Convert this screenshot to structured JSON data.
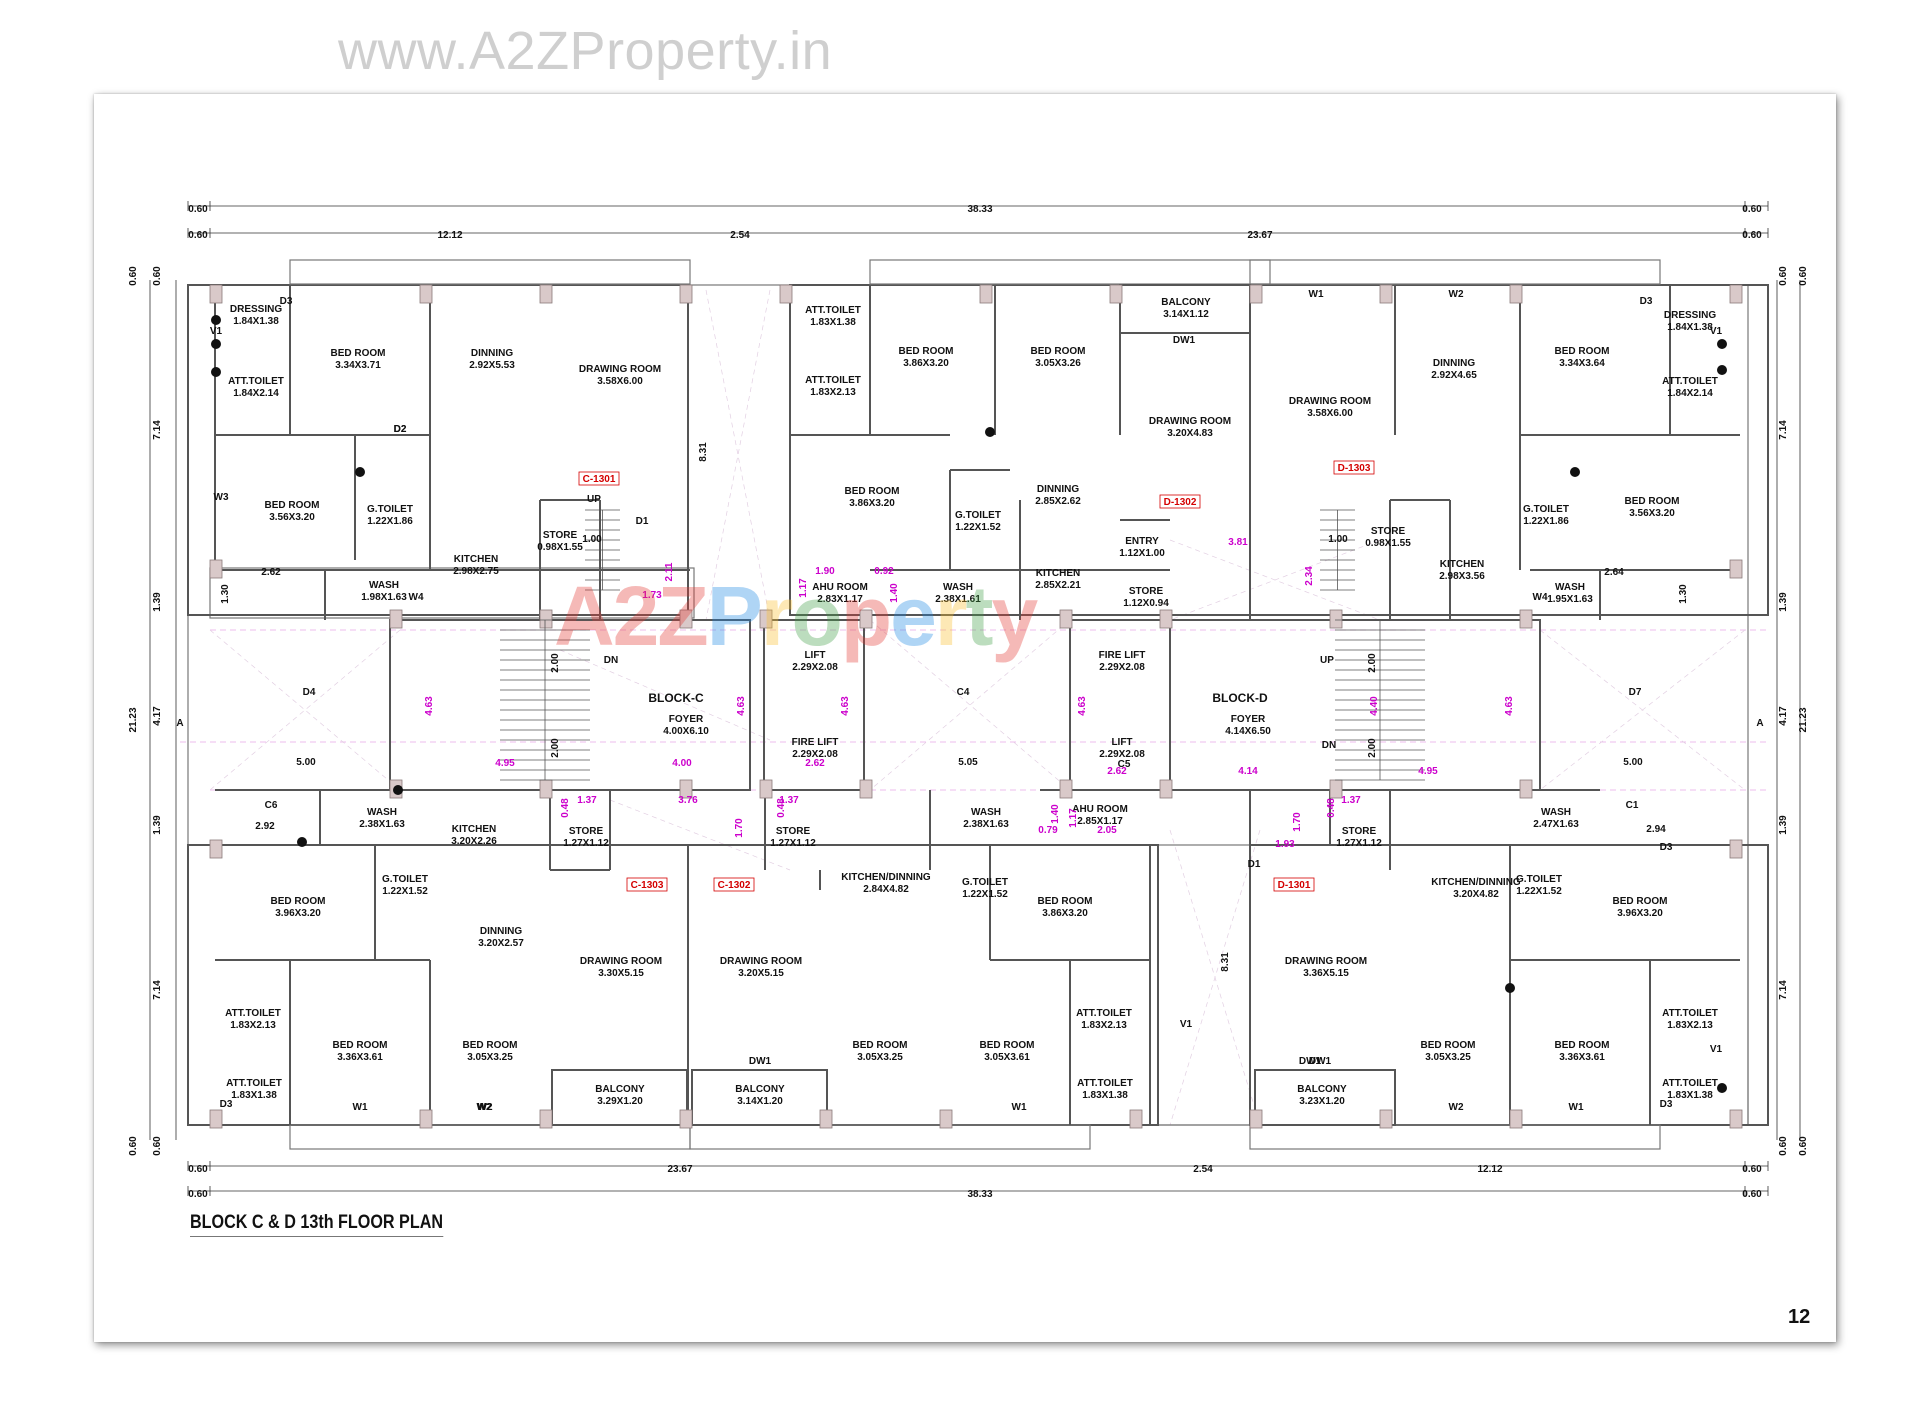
{
  "watermark": "www.A2ZProperty.in",
  "logo_watermark": {
    "letters": [
      "A",
      "2",
      "Z",
      "P",
      "r",
      "o",
      "p",
      "e",
      "r",
      "t",
      "y"
    ],
    "colors": [
      "#e53935",
      "#e53935",
      "#e53935",
      "#1e88e5",
      "#fbc02d",
      "#43a047",
      "#e53935",
      "#1e88e5",
      "#fbc02d",
      "#43a047",
      "#e53935"
    ]
  },
  "title": "BLOCK C  & D  13th FLOOR PLAN",
  "page_number": "12",
  "top_dims": {
    "row1": [
      "0.60",
      "38.33",
      "0.60"
    ],
    "row2": [
      "0.60",
      "12.12",
      "2.54",
      "23.67",
      "0.60"
    ]
  },
  "bottom_dims": {
    "row1": [
      "0.60",
      "23.67",
      "2.54",
      "12.12",
      "0.60"
    ],
    "row2": [
      "0.60",
      "38.33",
      "0.60"
    ]
  },
  "side_dims": {
    "outer": [
      "0.60",
      "21.23",
      "0.60"
    ],
    "inner": [
      "0.60",
      "7.14",
      "1.39",
      "4.17",
      "1.39",
      "7.14",
      "0.60"
    ]
  },
  "section_mark": "A",
  "units": [
    "C-1301",
    "D-1302",
    "D-1303",
    "C-1303",
    "C-1302",
    "D-1301"
  ],
  "rooms": [
    {
      "n": "DRESSING",
      "s": "1.84X1.38"
    },
    {
      "n": "BED ROOM",
      "s": "3.34X3.71"
    },
    {
      "n": "DINNING",
      "s": "2.92X5.53"
    },
    {
      "n": "DRAWING ROOM",
      "s": "3.58X6.00"
    },
    {
      "n": "ATT.TOILET",
      "s": "1.84X2.14"
    },
    {
      "n": "BED ROOM",
      "s": "3.56X3.20"
    },
    {
      "n": "G.TOILET",
      "s": "1.22X1.86"
    },
    {
      "n": "KITCHEN",
      "s": "2.98X2.75"
    },
    {
      "n": "STORE",
      "s": "0.98X1.55"
    },
    {
      "n": "WASH",
      "s": "1.98X1.63"
    },
    {
      "n": "ATT.TOILET",
      "s": "1.83X1.38"
    },
    {
      "n": "ATT.TOILET",
      "s": "1.83X2.13"
    },
    {
      "n": "BED ROOM",
      "s": "3.86X3.20"
    },
    {
      "n": "BED ROOM",
      "s": "3.05X3.26"
    },
    {
      "n": "BALCONY",
      "s": "3.14X1.12"
    },
    {
      "n": "DRAWING ROOM",
      "s": "3.20X4.83"
    },
    {
      "n": "BED ROOM",
      "s": "3.86X3.20"
    },
    {
      "n": "G.TOILET",
      "s": "1.22X1.52"
    },
    {
      "n": "DINNING",
      "s": "2.85X2.62"
    },
    {
      "n": "AHU ROOM",
      "s": "2.83X1.17"
    },
    {
      "n": "WASH",
      "s": "2.38X1.61"
    },
    {
      "n": "KITCHEN",
      "s": "2.85X2.21"
    },
    {
      "n": "ENTRY",
      "s": "1.12X1.00"
    },
    {
      "n": "STORE",
      "s": "1.12X0.94"
    },
    {
      "n": "DINNING",
      "s": "2.92X4.65"
    },
    {
      "n": "DRAWING ROOM",
      "s": "3.58X6.00"
    },
    {
      "n": "BED ROOM",
      "s": "3.34X3.64"
    },
    {
      "n": "DRESSING",
      "s": "1.84X1.38"
    },
    {
      "n": "ATT.TOILET",
      "s": "1.84X2.14"
    },
    {
      "n": "STORE",
      "s": "0.98X1.55"
    },
    {
      "n": "G.TOILET",
      "s": "1.22X1.86"
    },
    {
      "n": "BED ROOM",
      "s": "3.56X3.20"
    },
    {
      "n": "KITCHEN",
      "s": "2.98X3.56"
    },
    {
      "n": "WASH",
      "s": "1.95X1.63"
    },
    {
      "n": "LIFT",
      "s": "2.29X2.08"
    },
    {
      "n": "FIRE LIFT",
      "s": "2.29X2.08"
    },
    {
      "n": "FOYER",
      "s": "4.00X6.10"
    },
    {
      "n": "FIRE LIFT",
      "s": "2.29X2.08"
    },
    {
      "n": "LIFT",
      "s": "2.29X2.08"
    },
    {
      "n": "FOYER",
      "s": "4.14X6.50"
    },
    {
      "n": "WASH",
      "s": "2.38X1.63"
    },
    {
      "n": "KITCHEN",
      "s": "3.20X2.26"
    },
    {
      "n": "STORE",
      "s": "1.27X1.12"
    },
    {
      "n": "STORE",
      "s": "1.27X1.12"
    },
    {
      "n": "WASH",
      "s": "2.38X1.63"
    },
    {
      "n": "AHU ROOM",
      "s": "2.85X1.17"
    },
    {
      "n": "STORE",
      "s": "1.27X1.12"
    },
    {
      "n": "WASH",
      "s": "2.47X1.63"
    },
    {
      "n": "BED ROOM",
      "s": "3.96X3.20"
    },
    {
      "n": "G.TOILET",
      "s": "1.22X1.52"
    },
    {
      "n": "DINNING",
      "s": "3.20X2.57"
    },
    {
      "n": "KITCHEN/DINNING",
      "s": "2.84X4.82"
    },
    {
      "n": "G.TOILET",
      "s": "1.22X1.52"
    },
    {
      "n": "BED ROOM",
      "s": "3.86X3.20"
    },
    {
      "n": "KITCHEN/DINNING",
      "s": "3.20X4.82"
    },
    {
      "n": "G.TOILET",
      "s": "1.22X1.52"
    },
    {
      "n": "BED ROOM",
      "s": "3.96X3.20"
    },
    {
      "n": "DRAWING ROOM",
      "s": "3.30X5.15"
    },
    {
      "n": "DRAWING ROOM",
      "s": "3.20X5.15"
    },
    {
      "n": "DRAWING ROOM",
      "s": "3.36X5.15"
    },
    {
      "n": "ATT.TOILET",
      "s": "1.83X2.13"
    },
    {
      "n": "BED ROOM",
      "s": "3.36X3.61"
    },
    {
      "n": "BED ROOM",
      "s": "3.05X3.25"
    },
    {
      "n": "BED ROOM",
      "s": "3.05X3.25"
    },
    {
      "n": "BED ROOM",
      "s": "3.05X3.61"
    },
    {
      "n": "ATT.TOILET",
      "s": "1.83X2.13"
    },
    {
      "n": "BED ROOM",
      "s": "3.05X3.25"
    },
    {
      "n": "BED ROOM",
      "s": "3.36X3.61"
    },
    {
      "n": "ATT.TOILET",
      "s": "1.83X2.13"
    },
    {
      "n": "ATT.TOILET",
      "s": "1.83X1.38"
    },
    {
      "n": "BALCONY",
      "s": "3.29X1.20"
    },
    {
      "n": "BALCONY",
      "s": "3.14X1.20"
    },
    {
      "n": "ATT.TOILET",
      "s": "1.83X1.38"
    },
    {
      "n": "BALCONY",
      "s": "3.23X1.20"
    },
    {
      "n": "ATT.TOILET",
      "s": "1.83X1.38"
    }
  ],
  "block_labels": [
    "BLOCK-C",
    "BLOCK-D"
  ],
  "tags": [
    "D3",
    "V1",
    "D2",
    "W3",
    "D1",
    "W4",
    "D2",
    "DW1",
    "W1",
    "W2",
    "D3",
    "V1",
    "W4",
    "D3",
    "W1",
    "W2",
    "D3",
    "V1",
    "DW1",
    "DW1",
    "DW1",
    "W1",
    "W2",
    "W1",
    "W2",
    "D3",
    "V1",
    "D4",
    "C6",
    "C5",
    "C4",
    "D7",
    "C1",
    "D1",
    "UP",
    "DN",
    "UP",
    "DN"
  ],
  "internal_dims": [
    "2.62",
    "1.30",
    "2.64",
    "1.30",
    "5.00",
    "5.05",
    "5.00",
    "2.92",
    "2.94",
    "8.31",
    "8.31"
  ],
  "magenta_dims": [
    "4.63",
    "4.95",
    "4.00",
    "4.63",
    "4.63",
    "2.62",
    "4.63",
    "2.62",
    "4.14",
    "4.40",
    "4.95",
    "4.63",
    "3.76",
    "1.73",
    "2.11",
    "3.81",
    "2.34",
    "1.90",
    "0.92",
    "1.40",
    "1.17",
    "1.37",
    "0.48",
    "1.37",
    "0.48",
    "1.70",
    "1.70",
    "1.40",
    "0.79",
    "2.05",
    "1.17",
    "1.93",
    "1.37",
    "0.48"
  ],
  "stair_dims": [
    "2.00",
    "2.00",
    "2.00",
    "2.00",
    "1.00",
    "1.00"
  ]
}
